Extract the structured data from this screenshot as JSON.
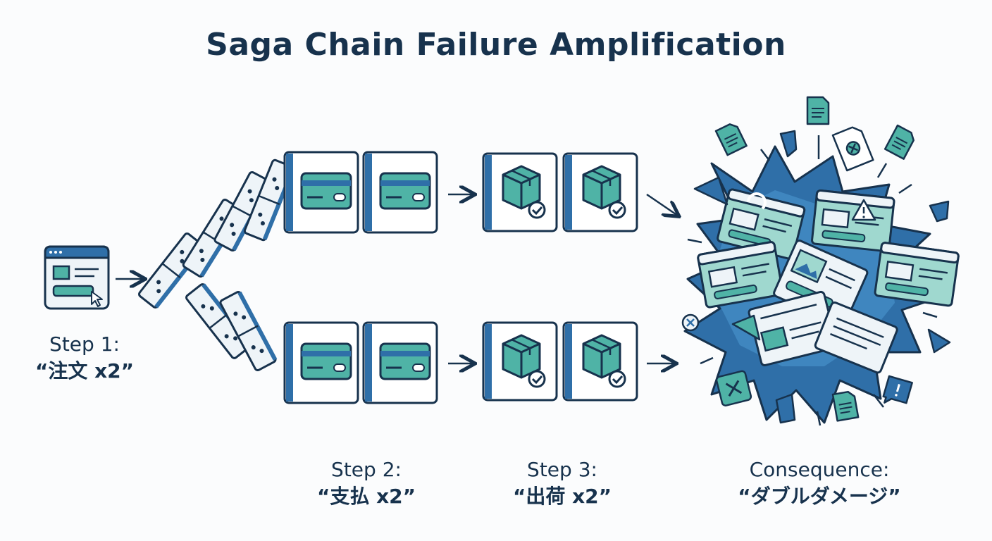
{
  "title": "Saga Chain Failure Amplification",
  "steps": [
    {
      "label": "Step 1:",
      "value": "“注文 x2”"
    },
    {
      "label": "Step 2:",
      "value": "“支払 x2”"
    },
    {
      "label": "Step 3:",
      "value": "“出荷 x2”"
    },
    {
      "label": "Consequence:",
      "value": "“ダブルダメージ”"
    }
  ],
  "colors": {
    "ink": "#17324d",
    "blue": "#2f6fa8",
    "teal": "#4fb3a6",
    "teal_light": "#9fd8cf",
    "paper": "#eef4f8"
  },
  "icons": [
    "browser-cursor-icon",
    "domino-icon",
    "credit-card-icon",
    "package-check-icon",
    "explosion-icon"
  ]
}
